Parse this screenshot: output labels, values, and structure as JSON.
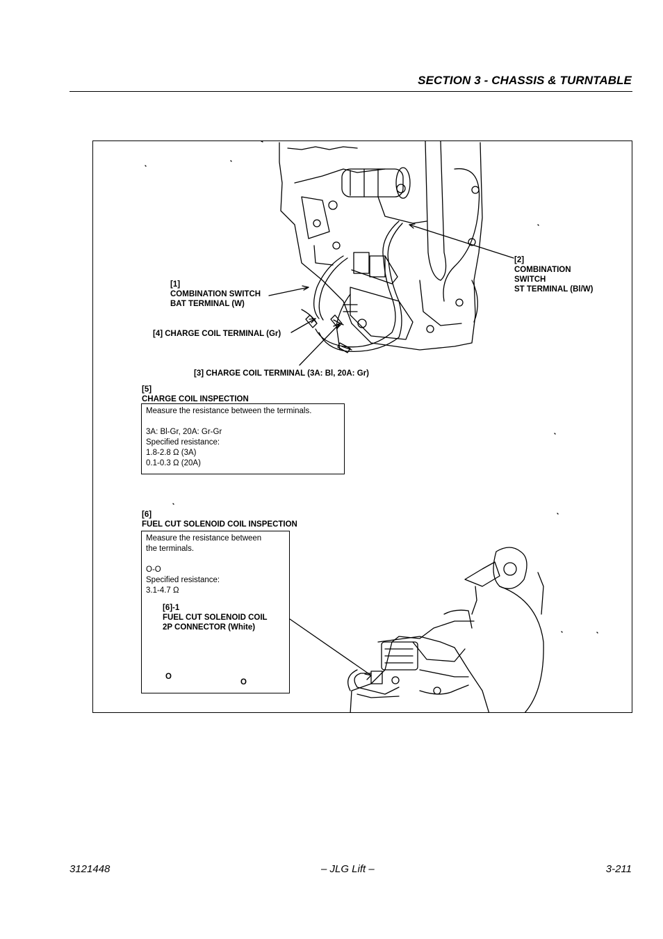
{
  "header": {
    "section_title": "SECTION 3 - CHASSIS & TURNTABLE"
  },
  "figure": {
    "callout_1": {
      "num": "[1]",
      "line1": "COMBINATION SWITCH",
      "line2": "BAT TERMINAL (W)"
    },
    "callout_2": {
      "num": "[2]",
      "line1": "COMBINATION",
      "line2": "SWITCH",
      "line3": "ST TERMINAL (Bl/W)"
    },
    "callout_3": {
      "text": "[3] CHARGE COIL TERMINAL (3A: Bl, 20A: Gr)"
    },
    "callout_4": {
      "text": "[4] CHARGE COIL TERMINAL (Gr)"
    },
    "callout_5": {
      "num": "[5]",
      "title": "CHARGE COIL INSPECTION",
      "box": {
        "line1": "Measure the resistance between the terminals.",
        "line2": "3A: Bl-Gr, 20A: Gr-Gr",
        "line3": "Specified resistance:",
        "line4": "1.8-2.8 Ω (3A)",
        "line5": "0.1-0.3 Ω (20A)"
      }
    },
    "callout_6": {
      "num": "[6]",
      "title": "FUEL CUT SOLENOID COIL INSPECTION",
      "box": {
        "line1": "Measure the resistance between",
        "line2": "the terminals.",
        "line3": "O-O",
        "line4": "Specified resistance:",
        "line5": "3.1-4.7 Ω"
      },
      "sub": {
        "num": "[6]-1",
        "line1": "FUEL CUT SOLENOID COIL",
        "line2": "2P CONNECTOR (White)"
      },
      "terminal_left": "O",
      "terminal_right": "O"
    }
  },
  "footer": {
    "doc_number": "3121448",
    "publisher": "– JLG Lift –",
    "page_number": "3-211"
  }
}
